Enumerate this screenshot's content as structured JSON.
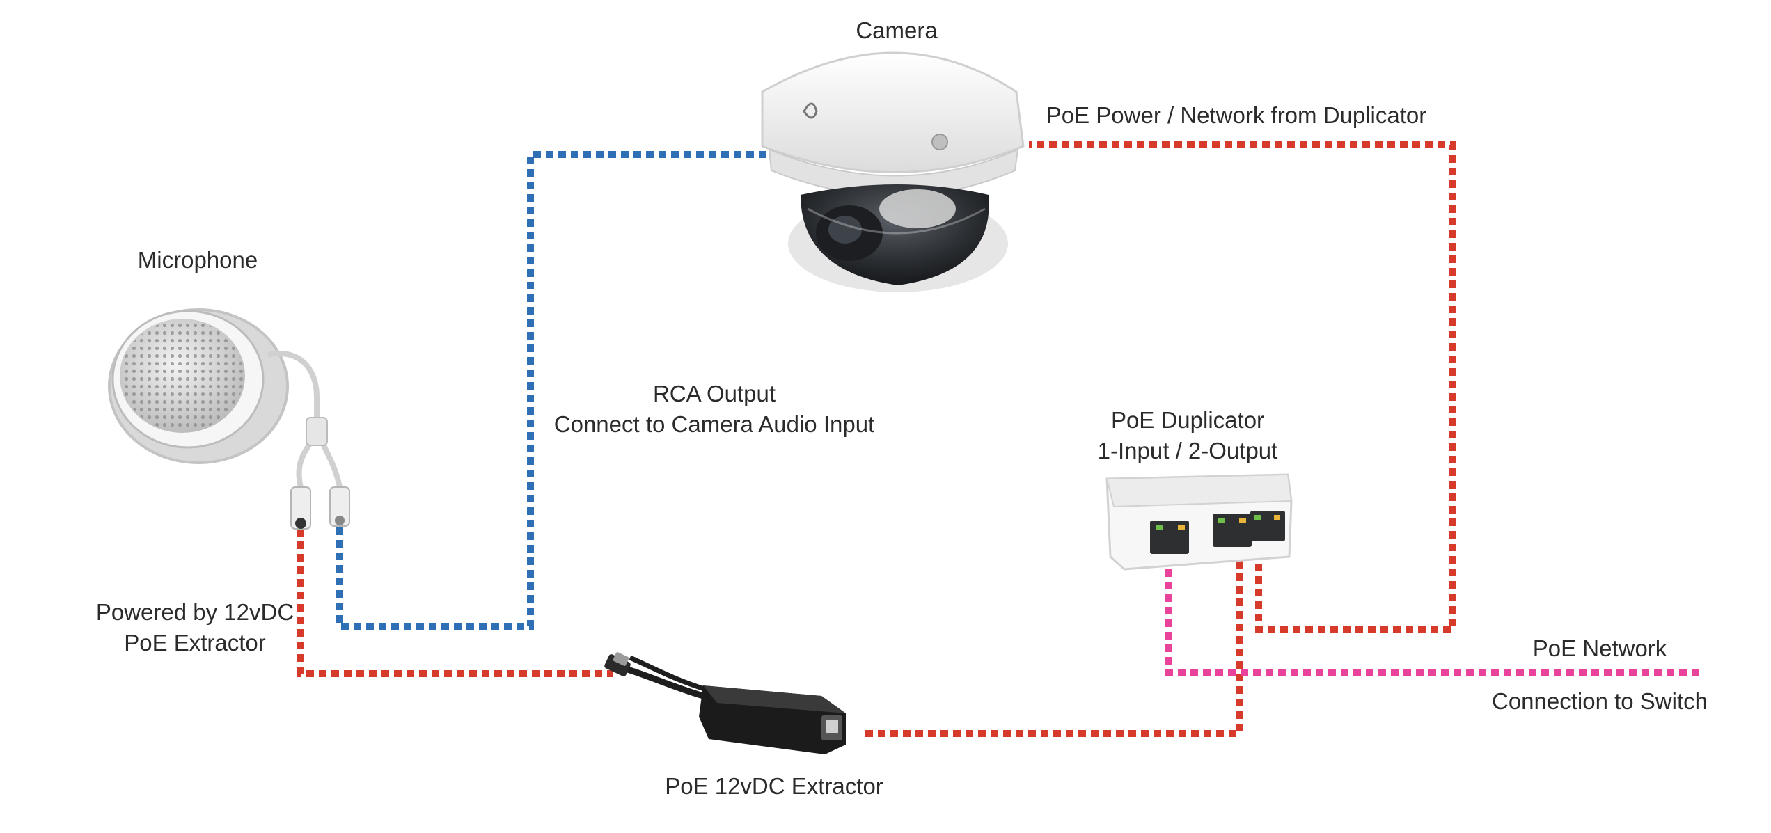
{
  "labels": {
    "camera": "Camera",
    "poe_power_network": "PoE Power / Network from Duplicator",
    "microphone": "Microphone",
    "rca_output_line1": "RCA Output",
    "rca_output_line2": "Connect to Camera Audio Input",
    "duplicator_line1": "PoE Duplicator",
    "duplicator_line2": "1-Input / 2-Output",
    "powered_by_line1": "Powered by 12vDC",
    "powered_by_line2": "PoE Extractor",
    "poe_network": "PoE Network",
    "connection_to_switch": "Connection to Switch",
    "extractor": "PoE 12vDC Extractor"
  },
  "colors": {
    "audio_line": "#2f6fb5",
    "power_line": "#d63a2a",
    "network_line": "#e8429a",
    "text": "#2b2b2b"
  },
  "connections": [
    {
      "from": "microphone",
      "to": "camera",
      "kind": "audio"
    },
    {
      "from": "duplicator",
      "to": "camera",
      "kind": "power"
    },
    {
      "from": "extractor",
      "to": "microphone",
      "kind": "power"
    },
    {
      "from": "duplicator",
      "to": "extractor",
      "kind": "power"
    },
    {
      "from": "duplicator",
      "to": "switch",
      "kind": "network"
    }
  ]
}
